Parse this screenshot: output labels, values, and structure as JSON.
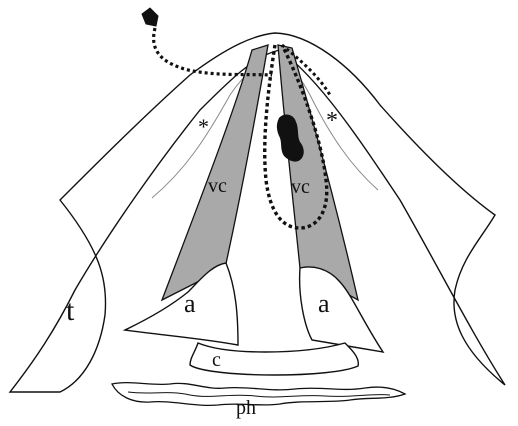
{
  "labels": {
    "t": "t",
    "a_left": "a",
    "a_right": "a",
    "vc_left": "vc",
    "vc_right": "vc",
    "c": "c",
    "ph": "ph",
    "star_left": "*",
    "star_right": "*"
  },
  "colors": {
    "outline": "#111111",
    "vocal_cord_fill": "#a9a9a9",
    "background": "#ffffff",
    "lesion": "#111111",
    "inner_line": "#8a8a8a"
  }
}
